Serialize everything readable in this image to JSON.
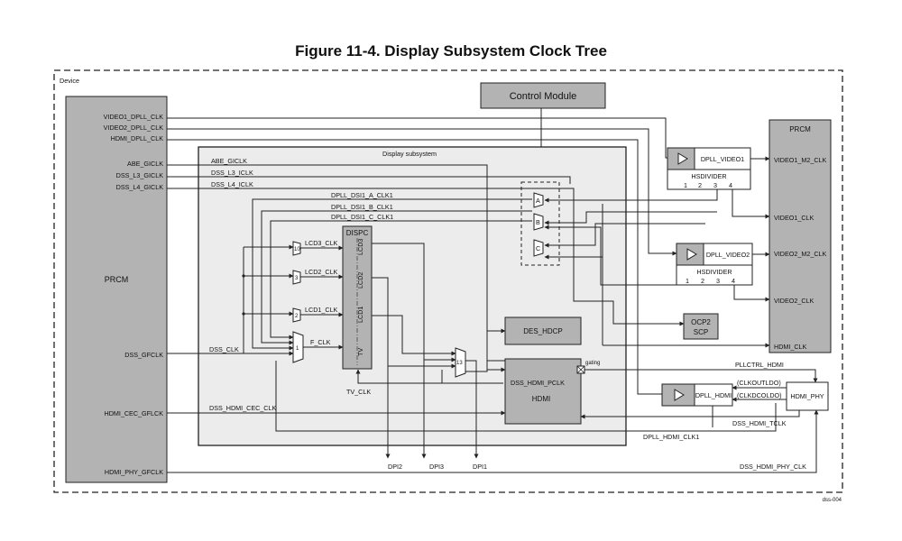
{
  "title": "Figure 11-4. Display Subsystem Clock Tree",
  "device_label": "Device",
  "control_module": "Control Module",
  "prcm_left": {
    "name": "PRCM",
    "outputs": [
      "VIDEO1_DPLL_CLK",
      "VIDEO2_DPLL_CLK",
      "HDMI_DPLL_CLK",
      "ABE_GICLK",
      "DSS_L3_GICLK",
      "DSS_L4_GICLK",
      "DSS_GFCLK",
      "HDMI_CEC_GFLCK",
      "HDMI_PHY_GFCLK"
    ]
  },
  "prcm_right": {
    "name": "PRCM",
    "inputs": [
      "VIDEO1_M2_CLK",
      "VIDEO1_CLK",
      "VIDEO2_M2_CLK",
      "VIDEO2_CLK",
      "HDMI_CLK"
    ]
  },
  "subsystem": {
    "name": "Display subsystem",
    "signals": [
      "ABE_GICLK",
      "DSS_L3_ICLK",
      "DSS_L4_ICLK",
      "DPLL_DSI1_A_CLK1",
      "DPLL_DSI1_B_CLK1",
      "DPLL_DSI1_C_CLK1",
      "LCD3_CLK",
      "LCD2_CLK",
      "LCD1_CLK",
      "F_CLK",
      "DSS_CLK",
      "TV_CLK",
      "DSS_HDMI_PCLK",
      "DSS_HDMI_CEC_CLK"
    ],
    "dispc": {
      "name": "DISPC",
      "ports": [
        "LCD3",
        "LCD2",
        "LCD1",
        "TV"
      ]
    },
    "mux_labels": [
      "10",
      "3",
      "2",
      "1",
      "13"
    ],
    "sel_labels": [
      "A",
      "B",
      "C"
    ],
    "des_hdcp": "DES_HDCP",
    "hdmi": "HDMI",
    "gating": "gating"
  },
  "dpll_video1": {
    "name": "DPLL_VIDEO1",
    "hsdivider": "HSDIVIDER",
    "outs": [
      "1",
      "2",
      "3",
      "4"
    ]
  },
  "dpll_video2": {
    "name": "DPLL_VIDEO2",
    "hsdivider": "HSDIVIDER",
    "outs": [
      "1",
      "2",
      "3",
      "4"
    ]
  },
  "dpll_hdmi": {
    "name": "DPLL_HDMI"
  },
  "hdmi_phy": "HDMI_PHY",
  "ocp2scp": [
    "OCP2",
    "SCP"
  ],
  "external_signals": [
    "PLLCTRL_HDMI",
    "(CLKOUTLDO)",
    "(CLKDCOLDO)",
    "DSS_HDMI_TCLK",
    "DPLL_HDMI_CLK1",
    "DSS_HDMI_PHY_CLK"
  ],
  "dpi_outputs": [
    "DPI2",
    "DPI3",
    "DPI1"
  ],
  "doc_id": "dss-004"
}
